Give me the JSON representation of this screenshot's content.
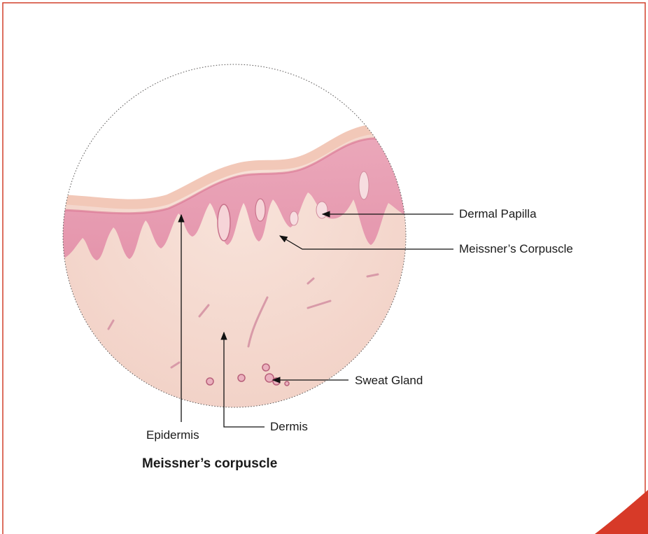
{
  "labels": {
    "dermal_papilla": "Dermal Papilla",
    "meissners_corpuscle": "Meissner’s Corpuscle",
    "sweat_gland": "Sweat Gland",
    "dermis": "Dermis",
    "epidermis": "Epidermis"
  },
  "caption": "Meissner’s corpuscle",
  "colors": {
    "frame_border": "#d2402b",
    "corner_accent": "#d73a28",
    "epidermis_pink": "#e99ab0",
    "dermis_tissue": "#f5d9cf",
    "leader_line": "#111111"
  }
}
